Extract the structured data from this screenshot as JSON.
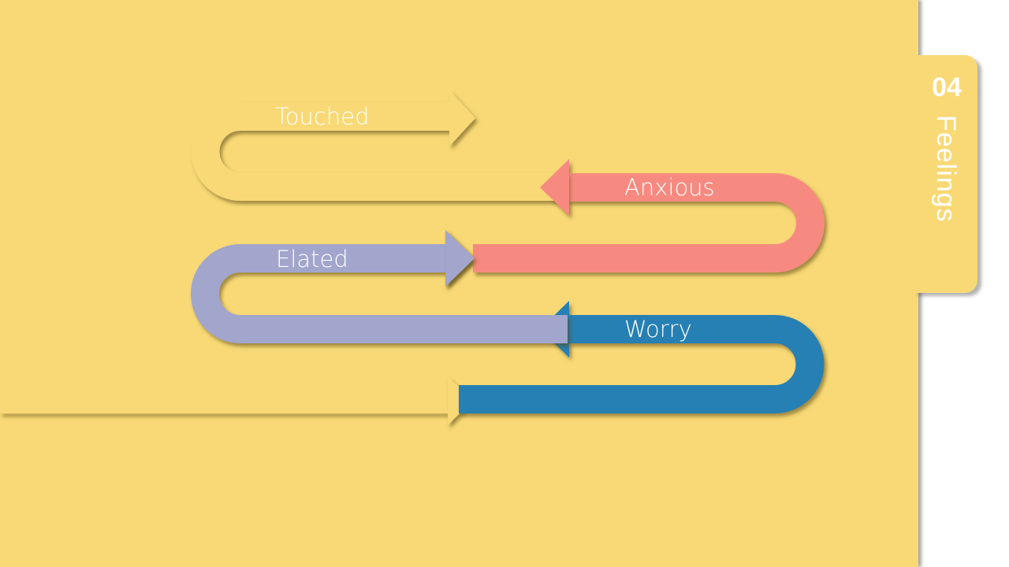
{
  "section": {
    "number": "04",
    "title": "Feelings"
  },
  "steps": [
    {
      "label": "Touched",
      "color": "#F8D976"
    },
    {
      "label": "Anxious",
      "color": "#F68A80"
    },
    {
      "label": "Elated",
      "color": "#A2A6CC"
    },
    {
      "label": "Worry",
      "color": "#2580B3"
    }
  ],
  "background_color": "#F8D976"
}
